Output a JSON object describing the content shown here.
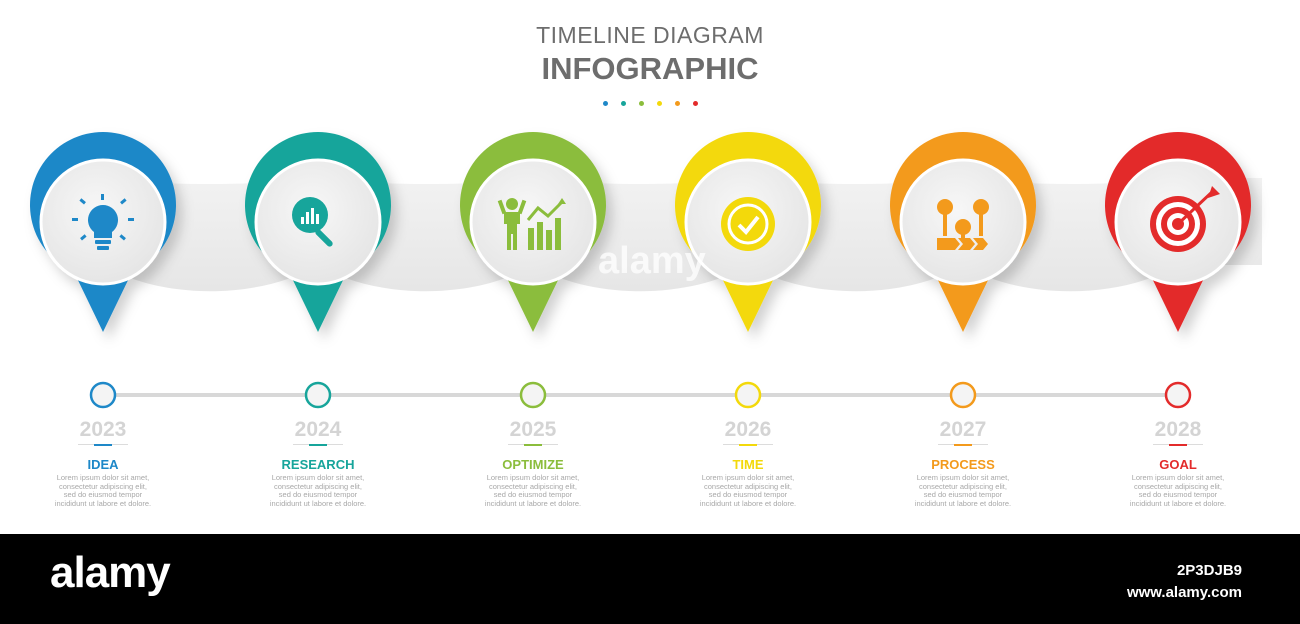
{
  "header": {
    "title_top": "TIMELINE DIAGRAM",
    "title_main": "INFOGRAPHIC",
    "dot_colors": [
      "#1e88c8",
      "#17a59b",
      "#8bbd3c",
      "#f3d90b",
      "#f39a1c",
      "#e32b2b"
    ]
  },
  "colors": {
    "title": "#6d6d6d",
    "year_text": "#d4d4d4",
    "desc_text": "#a8a8a8",
    "band": "#ededed",
    "timeline_line": "#d8d8d8"
  },
  "steps": [
    {
      "year": "2023",
      "label": "IDEA",
      "color": "#1e88c8",
      "icon": "lightbulb-icon",
      "desc": [
        "Lorem ipsum dolor sit amet,",
        "consectetur adipiscing elit,",
        "sed do eiusmod tempor",
        "incididunt ut labore et dolore."
      ]
    },
    {
      "year": "2024",
      "label": "RESEARCH",
      "color": "#17a59b",
      "icon": "magnifier-chart-icon",
      "desc": [
        "Lorem ipsum dolor sit amet,",
        "consectetur adipiscing elit,",
        "sed do eiusmod tempor",
        "incididunt ut labore et dolore."
      ]
    },
    {
      "year": "2025",
      "label": "OPTIMIZE",
      "color": "#8bbd3c",
      "icon": "person-growth-chart-icon",
      "desc": [
        "Lorem ipsum dolor sit amet,",
        "consectetur adipiscing elit,",
        "sed do eiusmod tempor",
        "incididunt ut labore et dolore."
      ]
    },
    {
      "year": "2026",
      "label": "TIME",
      "color": "#f3d90b",
      "icon": "clock-check-icon",
      "desc": [
        "Lorem ipsum dolor sit amet,",
        "consectetur adipiscing elit,",
        "sed do eiusmod tempor",
        "incididunt ut labore et dolore."
      ]
    },
    {
      "year": "2027",
      "label": "PROCESS",
      "color": "#f39a1c",
      "icon": "process-flow-icon",
      "desc": [
        "Lorem ipsum dolor sit amet,",
        "consectetur adipiscing elit,",
        "sed do eiusmod tempor",
        "incididunt ut labore et dolore."
      ]
    },
    {
      "year": "2028",
      "label": "GOAL",
      "color": "#e32b2b",
      "icon": "target-arrow-icon",
      "desc": [
        "Lorem ipsum dolor sit amet,",
        "consectetur adipiscing elit,",
        "sed do eiusmod tempor",
        "incididunt ut labore et dolore."
      ]
    }
  ],
  "watermark": "alamy",
  "footer": {
    "logo": "alamy",
    "image_id": "2P3DJB9",
    "url": "www.alamy.com"
  }
}
